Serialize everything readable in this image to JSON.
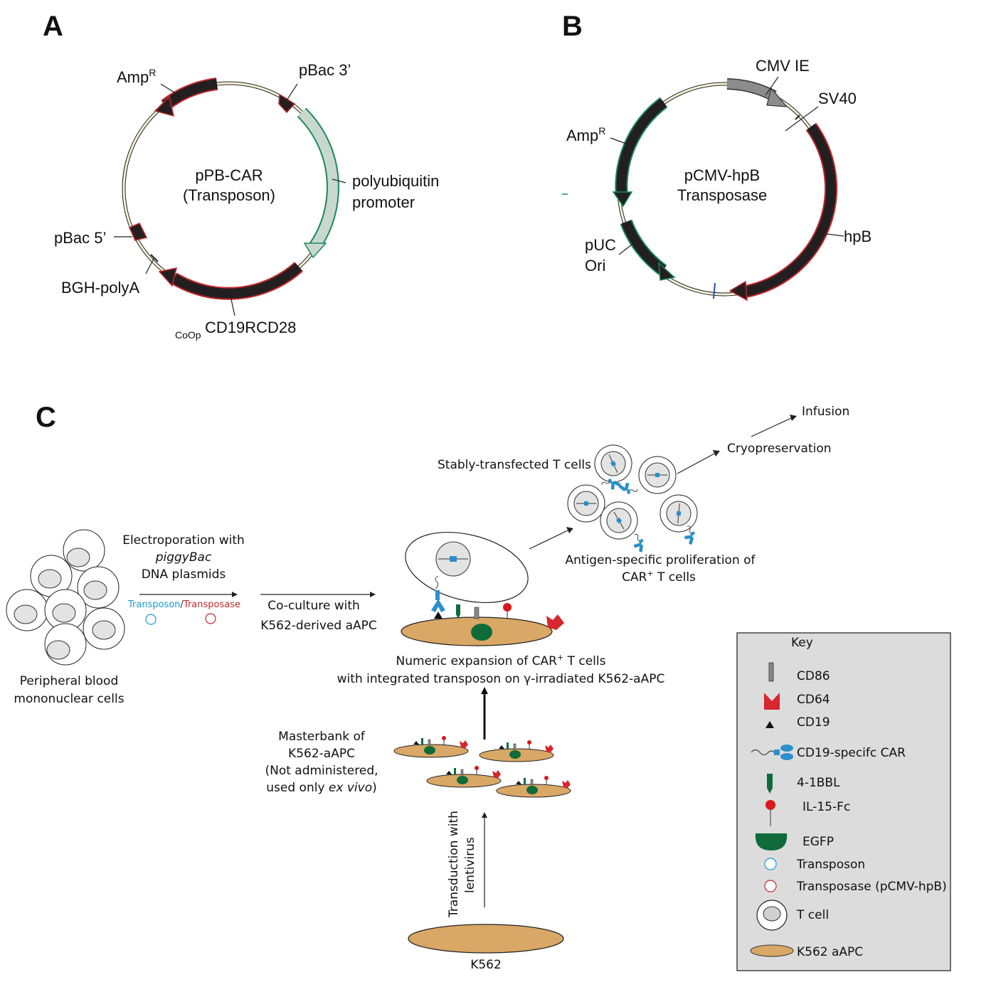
{
  "panels": {
    "a": "A",
    "b": "B",
    "c": "C"
  },
  "panel_a": {
    "center_line1": "pPB-CAR",
    "center_line2": "(Transposon)",
    "amp": "Amp",
    "amp_sup": "R",
    "pbac3": "pBac 3’",
    "promoter_line1": "polyubiquitin",
    "promoter_line2": "promoter",
    "pbac5": "pBac 5’",
    "bgh": "BGH-polyA",
    "coop": "CoOp",
    "car": "CD19RCD28"
  },
  "panel_b": {
    "center_line1": "pCMV-hpB",
    "center_line2": "Transposase",
    "cmv": "CMV IE",
    "sv40": "SV40",
    "amp": "Amp",
    "amp_sup": "R",
    "hpb": "hpB",
    "puc_line1": "pUC",
    "puc_line2": "Ori"
  },
  "panel_c": {
    "pbmc_line1": "Peripheral blood",
    "pbmc_line2": "mononuclear cells",
    "electro_line1": "Electroporation with",
    "electro_line2": "piggyBac",
    "electro_line3": "DNA plasmids",
    "transposon": "Transposon",
    "slash": "/",
    "transposase": "Transposase",
    "coculture_line1": "Co-culture with",
    "coculture_line2": "K562-derived aAPC",
    "stably": "Stably-transfected T cells",
    "antigen_line1": "Antigen-specific proliferation of",
    "antigen_line2_a": "CAR",
    "antigen_line2_sup": "+",
    "antigen_line2_b": " T cells",
    "cryo": "Cryopreservation",
    "infusion": "Infusion",
    "numeric_line1_a": "Numeric expansion of CAR",
    "numeric_line1_sup": "+",
    "numeric_line1_b": " T cells",
    "numeric_line2": "with integrated transposon on γ-irradiated K562-aAPC",
    "master_line1": "Masterbank of",
    "master_line2": "K562-aAPC",
    "master_line3": "(Not administered,",
    "master_line4_a": "used only ",
    "master_line4_b": "ex vivo",
    "master_line4_c": ")",
    "transduction_line1": "Transduction with",
    "transduction_line2": "lentivirus",
    "k562": "K562"
  },
  "key": {
    "title": "Key",
    "items": [
      "CD86",
      "CD64",
      "CD19",
      "CD19-specifc CAR",
      "4-1BBL",
      "IL-15-Fc",
      "EGFP",
      "Transposon",
      "Transposase (pCMV-hpB)",
      "T cell",
      "K562 aAPC"
    ]
  },
  "colors": {
    "black_segment": "#231f20",
    "red_outline": "#c1272d",
    "green_outline": "#1a8a5a",
    "promoter_fill": "#c9d8cf",
    "gray_segment": "#8c8c8c",
    "backbone": "#f4f1d6",
    "car_blue": "#2b8fc9",
    "egfp_green": "#0f6b3a",
    "il15_red": "#d7191c",
    "cd64_red": "#d7262e",
    "k562_tan": "#d9a766",
    "cell_gray": "#e3e3e3",
    "key_bg": "#dcdcdc",
    "transposon_text": "#1a9ad6",
    "transposase_text": "#c1272d"
  }
}
